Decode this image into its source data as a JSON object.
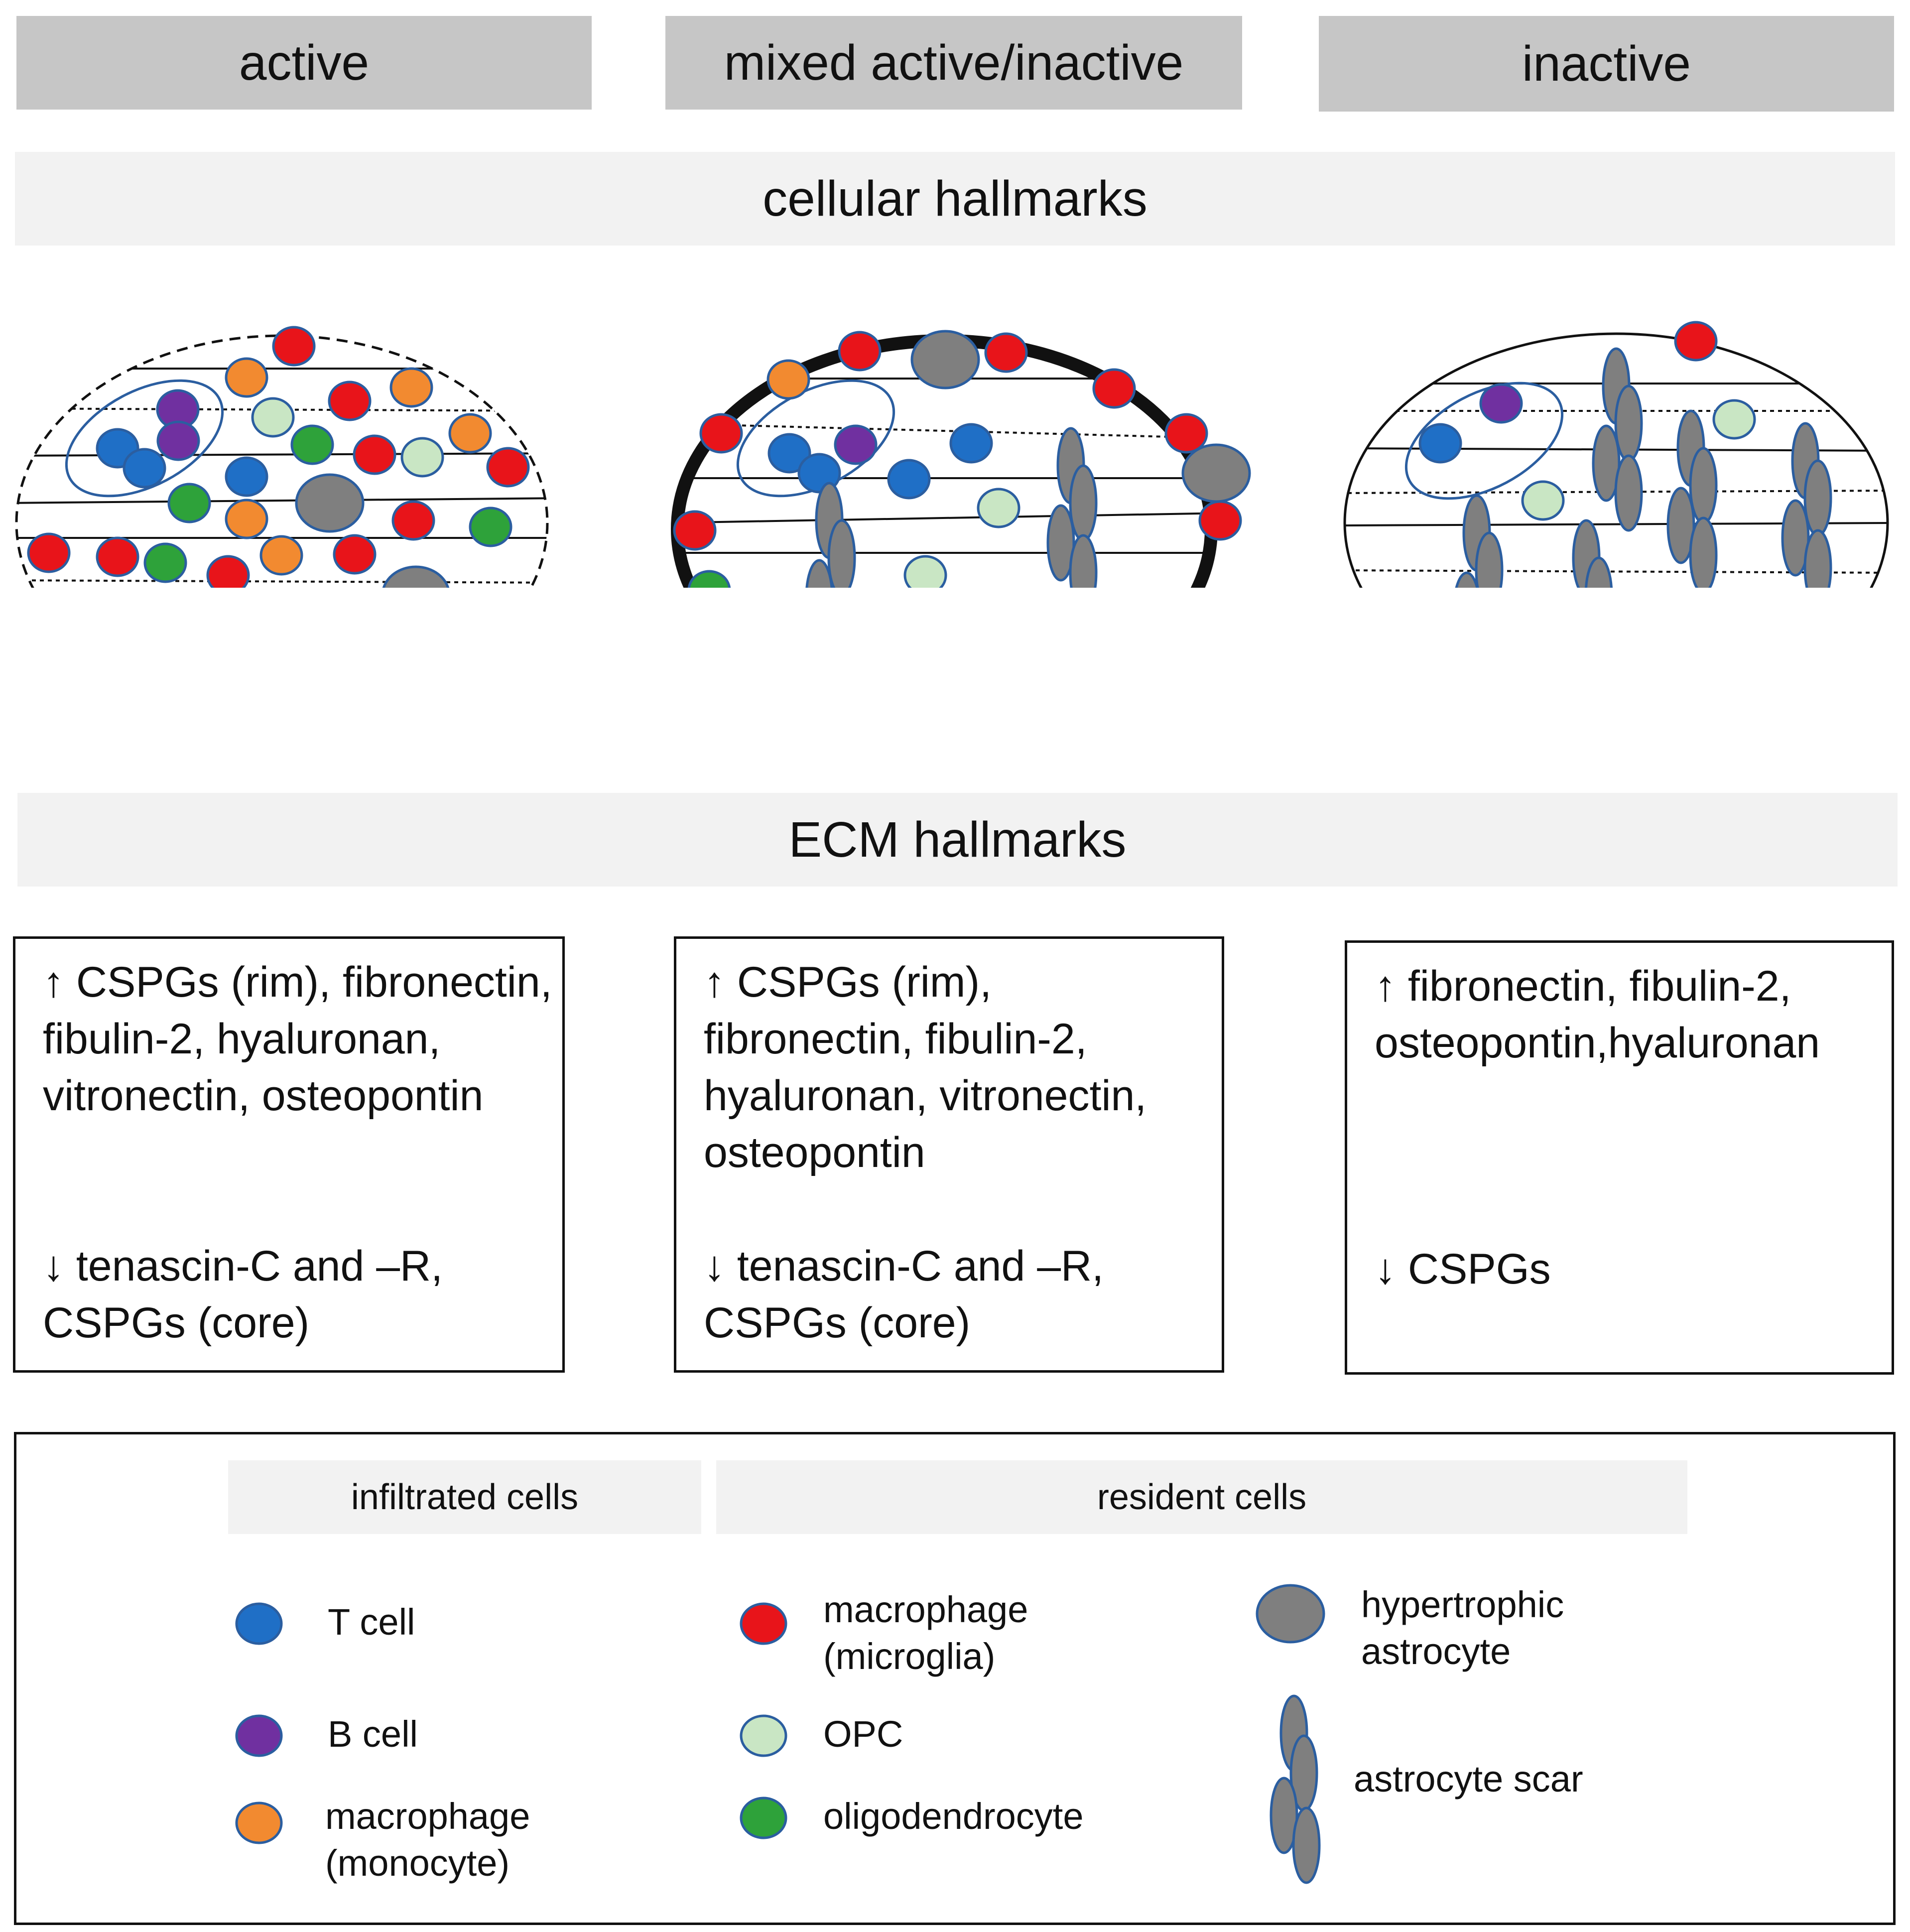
{
  "columns": [
    {
      "title": "active"
    },
    {
      "title": "mixed active/inactive"
    },
    {
      "title": "inactive"
    }
  ],
  "bands": {
    "cellular": "cellular hallmarks",
    "ecm": "ECM hallmarks"
  },
  "ecm_boxes": [
    {
      "up": "↑ CSPGs (rim), fibronectin, fibulin-2, hyaluronan, vitronectin, osteopontin",
      "down": "↓ tenascin-C and –R,\nCSPGs (core)"
    },
    {
      "up": "↑ CSPGs (rim), fibronectin, fibulin-2, hyaluronan, vitronectin, osteopontin",
      "down": "↓ tenascin-C and –R,\nCSPGs (core)"
    },
    {
      "up": "↑ fibronectin, fibulin-2, osteopontin,hyaluronan",
      "down": "↓ CSPGs"
    }
  ],
  "legend": {
    "infiltrated_header": "infiltrated cells",
    "resident_header": "resident cells",
    "items": {
      "t_cell": "T cell",
      "b_cell": "B cell",
      "macrophage_monocyte": "macrophage\n(monocyte)",
      "macrophage_microglia": "macrophage\n(microglia)",
      "opc": "OPC",
      "oligodendrocyte": "oligodendrocyte",
      "hypertrophic_astrocyte": "hypertrophic\nastrocyte",
      "astrocyte_scar": "astrocyte scar"
    }
  },
  "colors": {
    "t_cell": "#1f6fc6",
    "b_cell": "#7030a0",
    "macrophage_monocyte": "#f28a30",
    "macrophage_microglia": "#e8141a",
    "opc": "#c9e6c4",
    "oligodendrocyte": "#2ea23a",
    "astrocyte": "#7f7f7f",
    "cell_outline": "#2b5ea0",
    "header_gray": "#c6c6c6",
    "band_gray": "#f2f2f2"
  }
}
